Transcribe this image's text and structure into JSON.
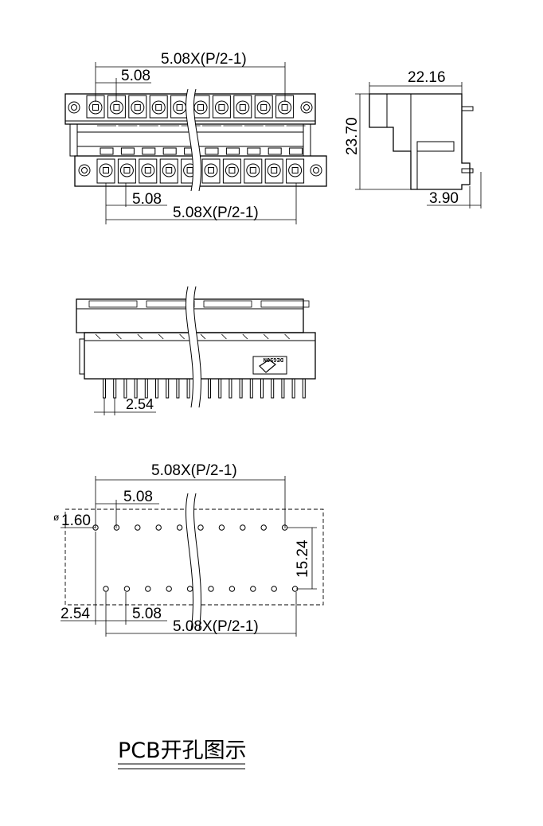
{
  "front_view": {
    "pitch_total_top": "5.08X(P/2-1)",
    "pitch_top": "5.08",
    "pitch_bottom": "5.08",
    "pitch_total_bottom": "5.08X(P/2-1)"
  },
  "side_view": {
    "width": "22.16",
    "height": "23.70",
    "pin_offset": "3.90"
  },
  "bottom_view": {
    "pin_pitch": "2.54",
    "logo_text": "DEGSON"
  },
  "pcb_layout": {
    "pitch_total_top": "5.08X(P/2-1)",
    "pitch_top": "5.08",
    "hole_diameter_symbol": "ø",
    "hole_diameter": "1.60",
    "row_spacing": "15.24",
    "offset": "2.54",
    "pitch_bottom": "5.08",
    "pitch_total_bottom": "5.08X(P/2-1)"
  },
  "caption": "PCB开孔图示"
}
